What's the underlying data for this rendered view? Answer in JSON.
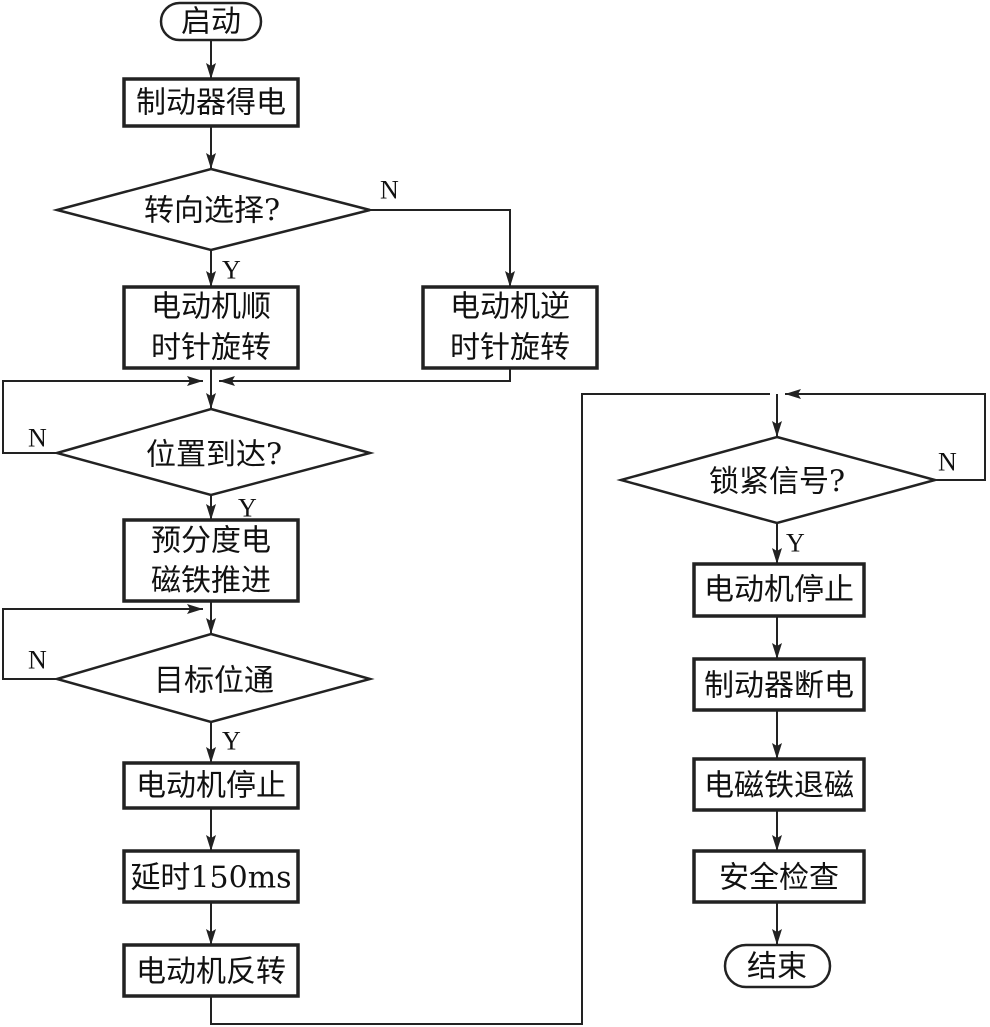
{
  "flowchart": {
    "start": "启动",
    "brake_on": "制动器得电",
    "direction_question": "转向选择?",
    "motor_cw": {
      "line1": "电动机顺",
      "line2": "时针旋转"
    },
    "motor_ccw": {
      "line1": "电动机逆",
      "line2": "时针旋转"
    },
    "position_question": "位置到达?",
    "pre_index_magnet": {
      "line1": "预分度电",
      "line2": "磁铁推进"
    },
    "target_question": "目标位通",
    "motor_stop_1": "电动机停止",
    "delay": "延时150ms",
    "motor_reverse": "电动机反转",
    "lock_question": "锁紧信号?",
    "motor_stop_2": "电动机停止",
    "brake_off": "制动器断电",
    "magnet_demagnetize": "电磁铁退磁",
    "safety_check": "安全检查",
    "end": "结束"
  },
  "branch_labels": {
    "yes": "Y",
    "no": "N"
  }
}
